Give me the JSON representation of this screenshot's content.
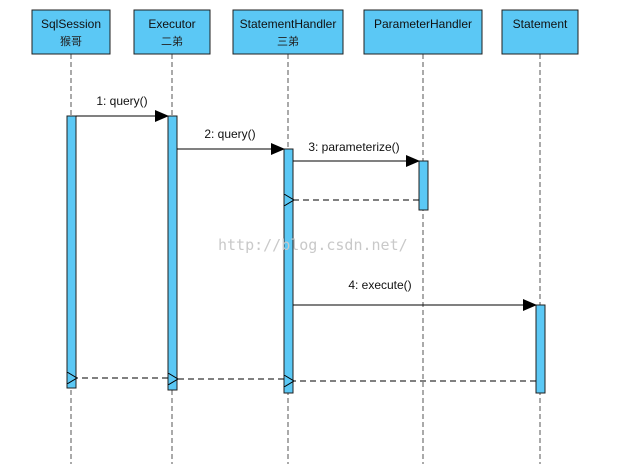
{
  "participants": [
    {
      "id": "sqlsession",
      "name": "SqlSession",
      "alias": "猴哥"
    },
    {
      "id": "executor",
      "name": "Executor",
      "alias": "二弟"
    },
    {
      "id": "statementhandler",
      "name": "StatementHandler",
      "alias": "三弟"
    },
    {
      "id": "parameterhandler",
      "name": "ParameterHandler",
      "alias": ""
    },
    {
      "id": "statement",
      "name": "Statement",
      "alias": ""
    }
  ],
  "messages": [
    {
      "from": "sqlsession",
      "to": "executor",
      "label": "1: query()",
      "type": "call"
    },
    {
      "from": "executor",
      "to": "statementhandler",
      "label": "2: query()",
      "type": "call"
    },
    {
      "from": "statementhandler",
      "to": "parameterhandler",
      "label": "3: parameterize()",
      "type": "call"
    },
    {
      "from": "parameterhandler",
      "to": "statementhandler",
      "label": "",
      "type": "return"
    },
    {
      "from": "statementhandler",
      "to": "statement",
      "label": "4: execute()",
      "type": "call"
    },
    {
      "from": "statement",
      "to": "statementhandler",
      "label": "",
      "type": "return"
    },
    {
      "from": "statementhandler",
      "to": "executor",
      "label": "",
      "type": "return"
    },
    {
      "from": "executor",
      "to": "sqlsession",
      "label": "",
      "type": "return"
    }
  ],
  "watermark": "http://blog.csdn.net/"
}
